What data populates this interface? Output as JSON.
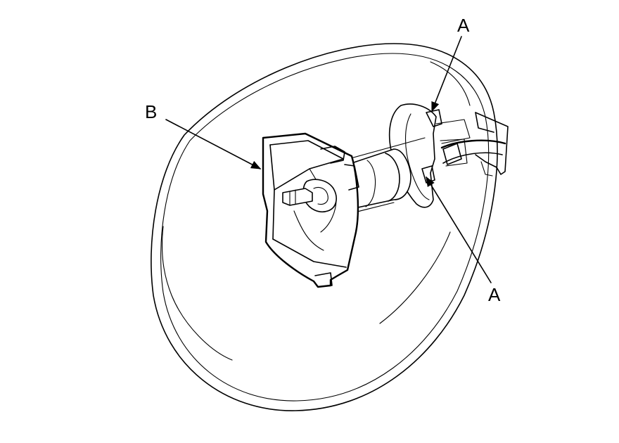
{
  "callouts": {
    "a_top": "A",
    "a_bottom": "A",
    "b": "B"
  },
  "colors": {
    "line": "#000000",
    "background": "#ffffff"
  }
}
